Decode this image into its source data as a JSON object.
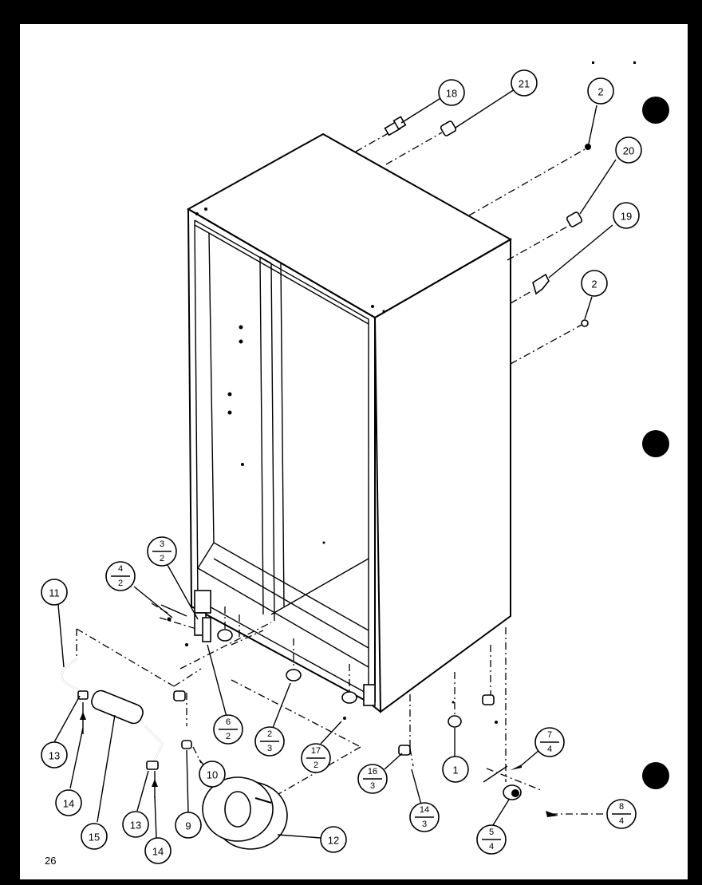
{
  "page": {
    "number": "26"
  },
  "callouts": [
    {
      "id": "c18",
      "label": "18"
    },
    {
      "id": "c21",
      "label": "21"
    },
    {
      "id": "c2a",
      "label": "2"
    },
    {
      "id": "c20",
      "label": "20"
    },
    {
      "id": "c19",
      "label": "19"
    },
    {
      "id": "c2b",
      "label": "2"
    },
    {
      "id": "c11",
      "label": "11"
    },
    {
      "id": "c13a",
      "label": "13"
    },
    {
      "id": "c14a",
      "label": "14"
    },
    {
      "id": "c15",
      "label": "15"
    },
    {
      "id": "c13b",
      "label": "13"
    },
    {
      "id": "c14b",
      "label": "14"
    },
    {
      "id": "c9",
      "label": "9"
    },
    {
      "id": "c10",
      "label": "10"
    },
    {
      "id": "c12",
      "label": "12"
    },
    {
      "id": "c1",
      "label": "1"
    }
  ],
  "fraction_callouts": [
    {
      "id": "f3_2",
      "top": "3",
      "bottom": "2"
    },
    {
      "id": "f4_2",
      "top": "4",
      "bottom": "2"
    },
    {
      "id": "f6_2",
      "top": "6",
      "bottom": "2"
    },
    {
      "id": "f2_3",
      "top": "2",
      "bottom": "3"
    },
    {
      "id": "f17_2",
      "top": "17",
      "bottom": "2"
    },
    {
      "id": "f16_3",
      "top": "16",
      "bottom": "3"
    },
    {
      "id": "f14_3",
      "top": "14",
      "bottom": "3"
    },
    {
      "id": "f7_4",
      "top": "7",
      "bottom": "4"
    },
    {
      "id": "f8_4",
      "top": "8",
      "bottom": "4"
    },
    {
      "id": "f5_4",
      "top": "5",
      "bottom": "4"
    }
  ]
}
